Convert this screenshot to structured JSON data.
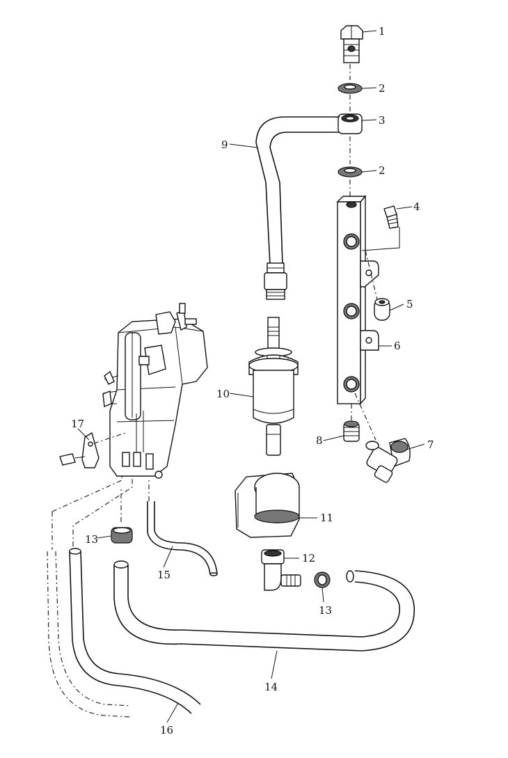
{
  "callouts": [
    {
      "id": "c1",
      "text": "1"
    },
    {
      "id": "c2a",
      "text": "2"
    },
    {
      "id": "c3",
      "text": "3"
    },
    {
      "id": "c2b",
      "text": "2"
    },
    {
      "id": "c4",
      "text": "4"
    },
    {
      "id": "c5",
      "text": "5"
    },
    {
      "id": "c6",
      "text": "6"
    },
    {
      "id": "c7",
      "text": "7"
    },
    {
      "id": "c8",
      "text": "8"
    },
    {
      "id": "c9",
      "text": "9"
    },
    {
      "id": "c10",
      "text": "10"
    },
    {
      "id": "c11",
      "text": "11"
    },
    {
      "id": "c12",
      "text": "12"
    },
    {
      "id": "c13a",
      "text": "13"
    },
    {
      "id": "c13b",
      "text": "13"
    },
    {
      "id": "c14",
      "text": "14"
    },
    {
      "id": "c15",
      "text": "15"
    },
    {
      "id": "c16",
      "text": "16"
    },
    {
      "id": "c17",
      "text": "17"
    }
  ]
}
